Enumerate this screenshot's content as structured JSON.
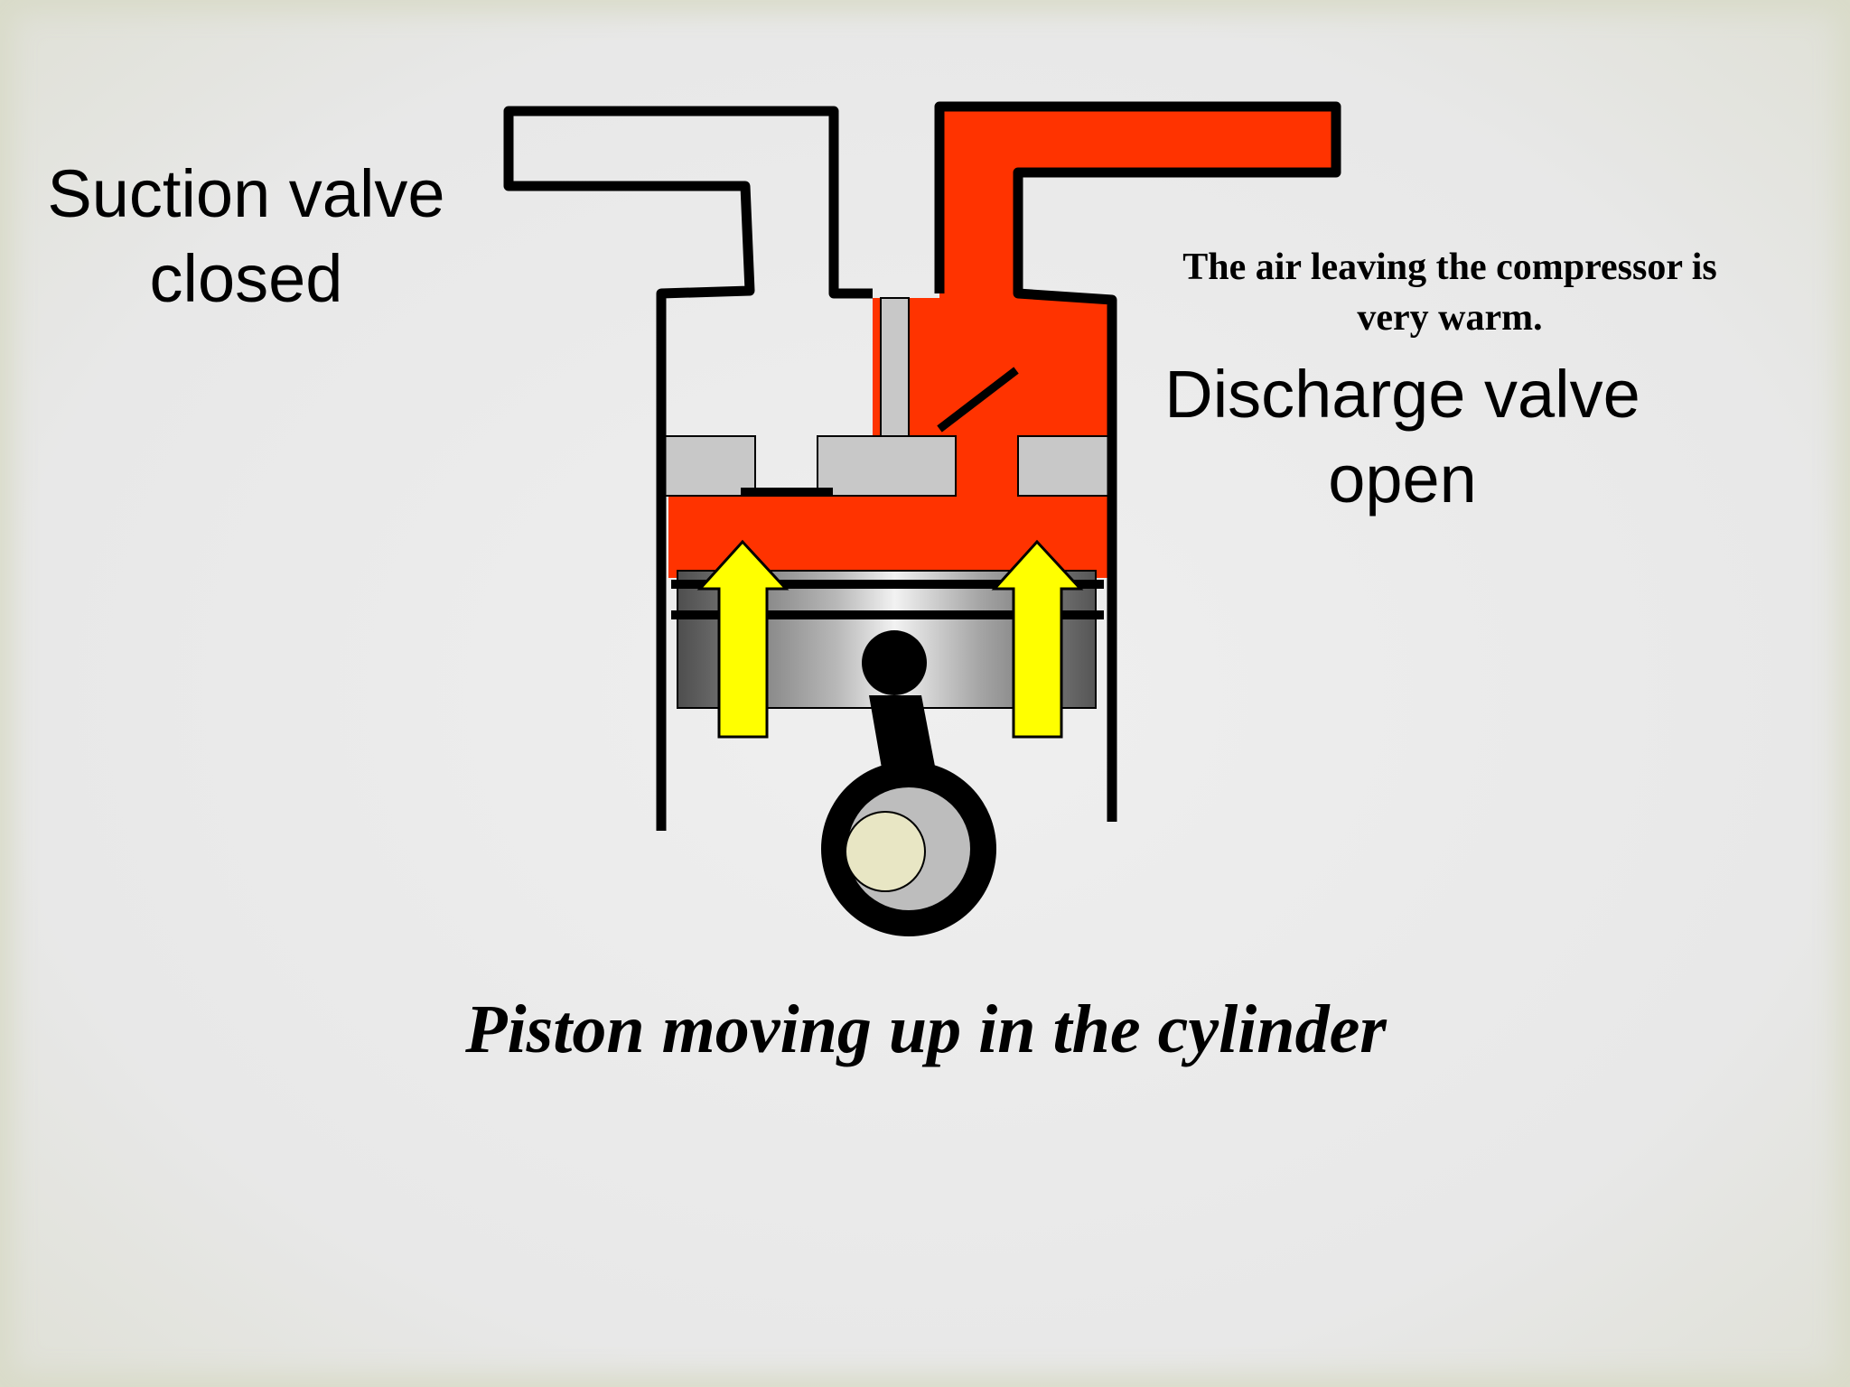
{
  "labels": {
    "suction_line1": "Suction valve",
    "suction_line2": "closed",
    "note_line1": "The air leaving the compressor is",
    "note_line2": "very warm.",
    "discharge_line1": "Discharge valve",
    "discharge_line2": "open",
    "caption": "Piston moving up in the cylinder"
  },
  "colors": {
    "compressed_air": "#ff3300",
    "arrow": "#ffff00",
    "valve_plate": "#c8c8c8",
    "outline": "#000000"
  }
}
